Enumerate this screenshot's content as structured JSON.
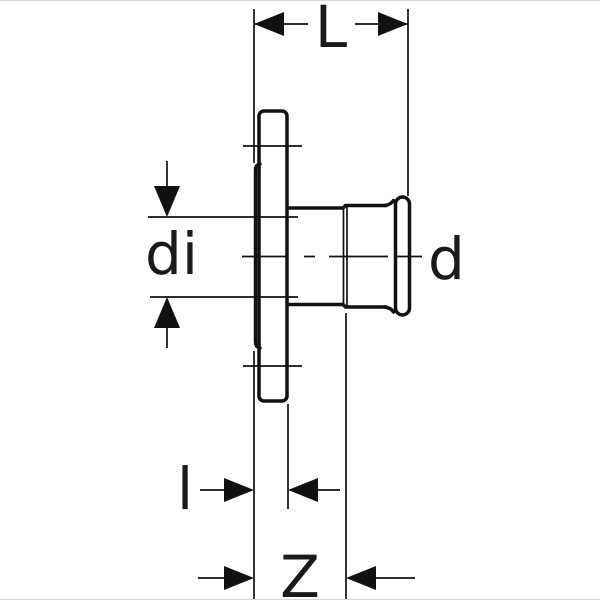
{
  "diagram": {
    "type": "technical-dimension-drawing",
    "subject": "flange-adapter-with-press-socket",
    "background_color": "#ffffff",
    "line_color": "#111111",
    "labels": {
      "overall_length": "L",
      "inner_diameter": "di",
      "socket_outer_diameter": "d",
      "flange_length": "l",
      "insertion_length": "Z"
    }
  }
}
